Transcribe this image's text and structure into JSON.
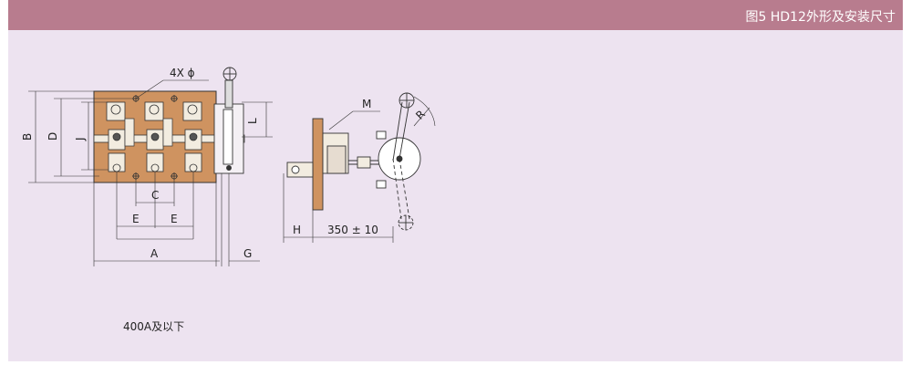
{
  "header": {
    "title": "图5 HD12外形及安装尺寸"
  },
  "caption": "400A及以下",
  "dimensions": {
    "holes": "4X ϕ",
    "B": "B",
    "D": "D",
    "J": "J",
    "L": "L",
    "C": "C",
    "E1": "E",
    "E2": "E",
    "A": "A",
    "G": "G",
    "M": "M",
    "R": "R",
    "H": "H",
    "handle_distance": "350 ± 10"
  },
  "colors": {
    "header": "#b87c8e",
    "panel": "#ede3f0",
    "base": "#cf9360"
  }
}
